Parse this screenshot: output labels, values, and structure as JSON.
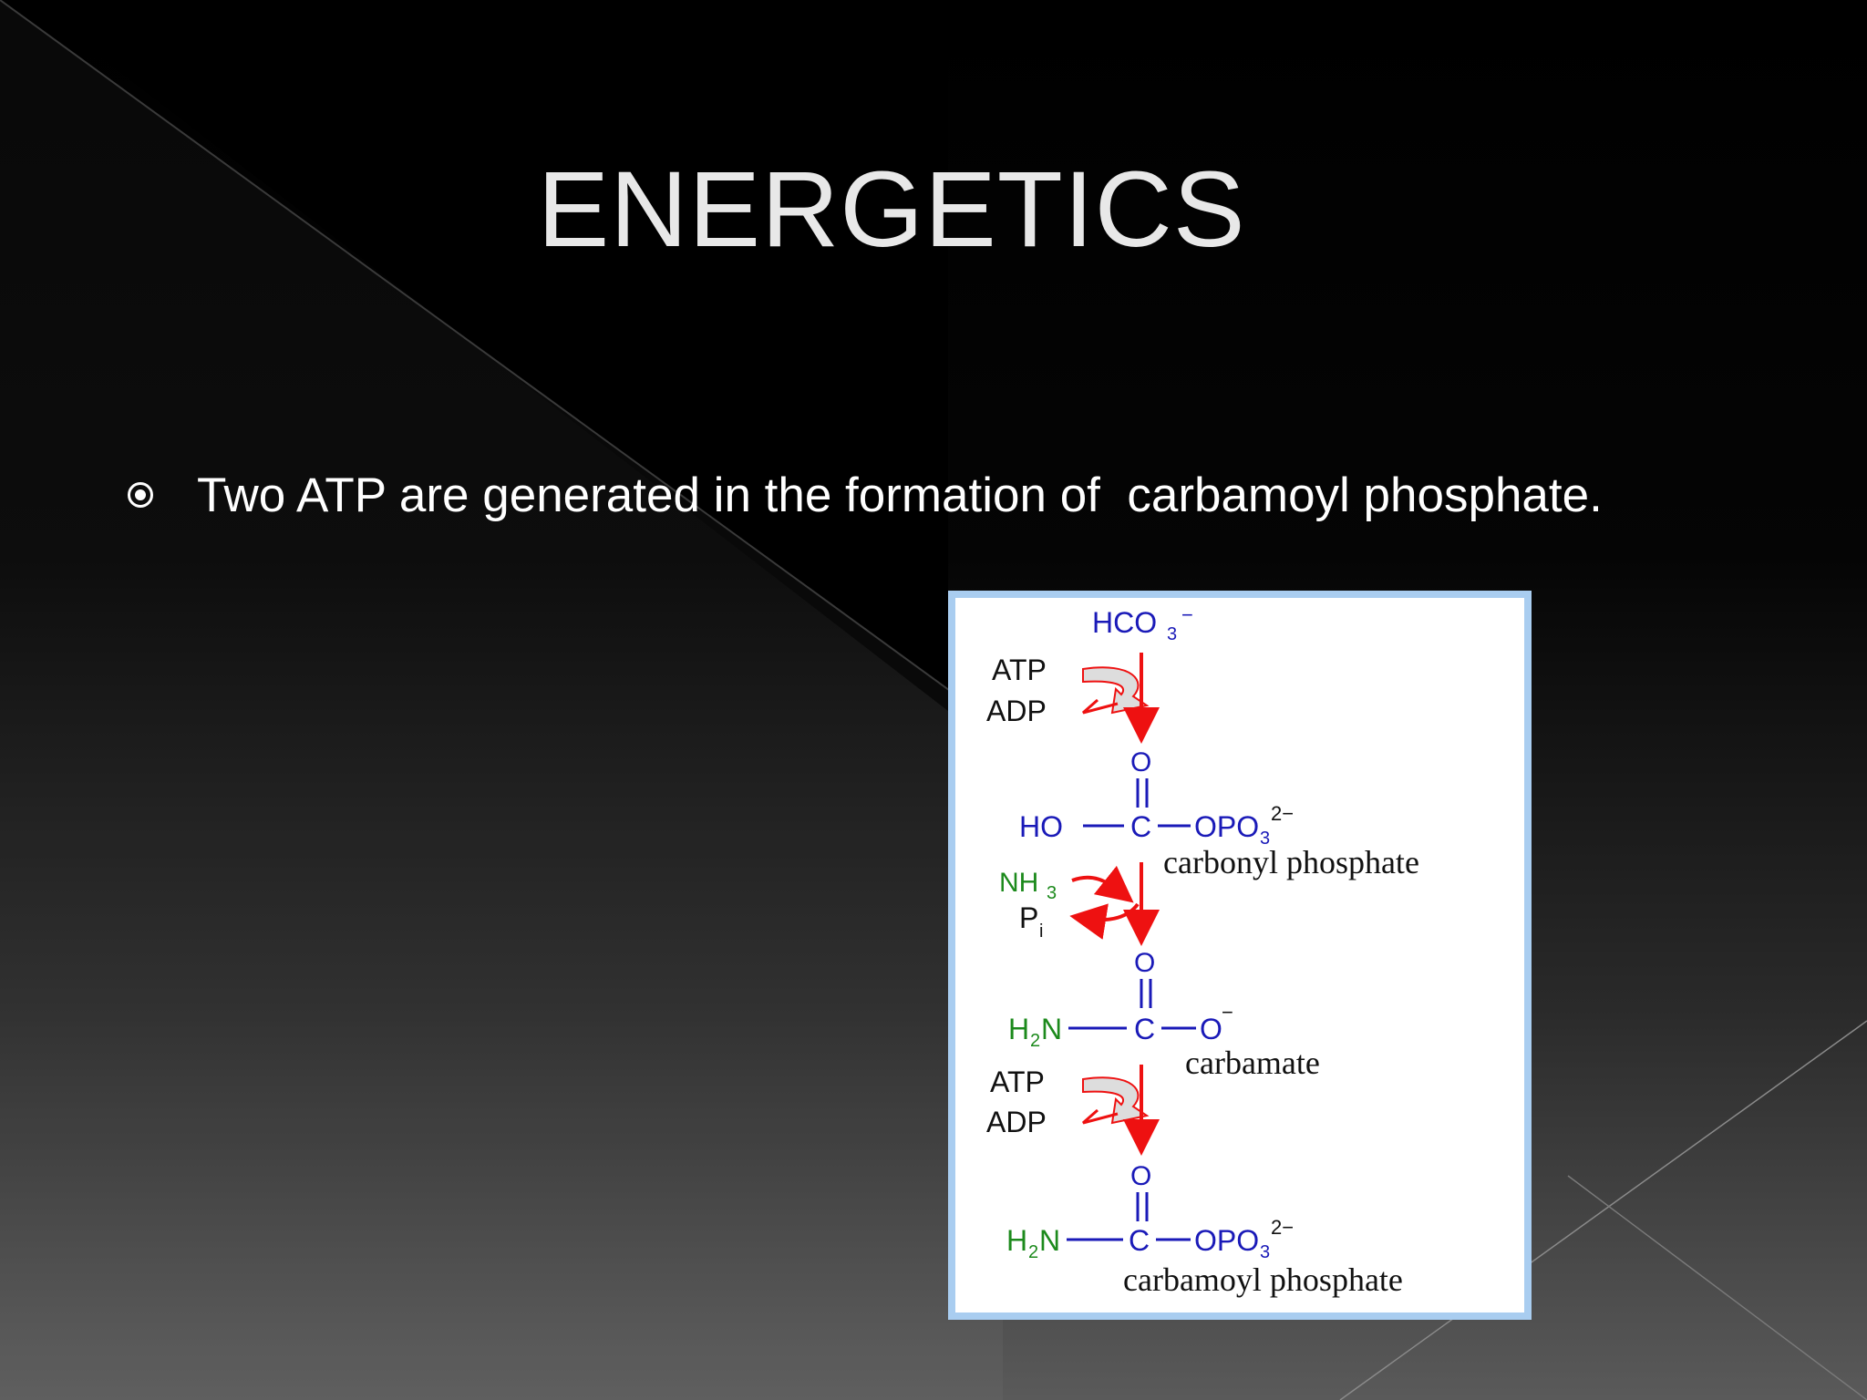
{
  "slide": {
    "title": "ENERGETICS",
    "bullets": [
      {
        "icon": "radio-bullet-icon",
        "text": "Two ATP are generated in the formation of  carbamoyl phosphate."
      }
    ]
  },
  "figure": {
    "hco3": "HCO",
    "hco3_sub": "3",
    "hco3_sup": "−",
    "atp_1": "ATP",
    "adp_1": "ADP",
    "o_1": "O",
    "ho": "HO",
    "c_1": "C",
    "opo3_1": "OPO",
    "sub3_1": "3",
    "charge_2minus_1": "2−",
    "carbonyl_phosphate": "carbonyl phosphate",
    "nh3": "NH",
    "nh3_sub": "3",
    "pi": "P",
    "pi_sub": "i",
    "o_2": "O",
    "h2n_1": "H",
    "h2n_1_sub": "2",
    "h2n_1_n": "N",
    "c_2": "C",
    "o_minus": "O",
    "o_minus_sup": "−",
    "carbamate": "carbamate",
    "atp_2": "ATP",
    "adp_2": "ADP",
    "o_3": "O",
    "h2n_2": "H",
    "h2n_2_sub": "2",
    "h2n_2_n": "N",
    "c_3": "C",
    "opo3_2": "OPO",
    "sub3_2": "3",
    "charge_2minus_2": "2−",
    "carbamoyl_phosphate": "carbamoyl phosphate"
  },
  "colors": {
    "background_top": "#000000",
    "background_bottom": "#5a5a5a",
    "title": "#e8e8e8",
    "text": "#ffffff",
    "figure_border": "#a9cdf0",
    "chem_blue": "#1a1ab8",
    "chem_green": "#1c8a1c",
    "arrow_red": "#ee1111"
  }
}
